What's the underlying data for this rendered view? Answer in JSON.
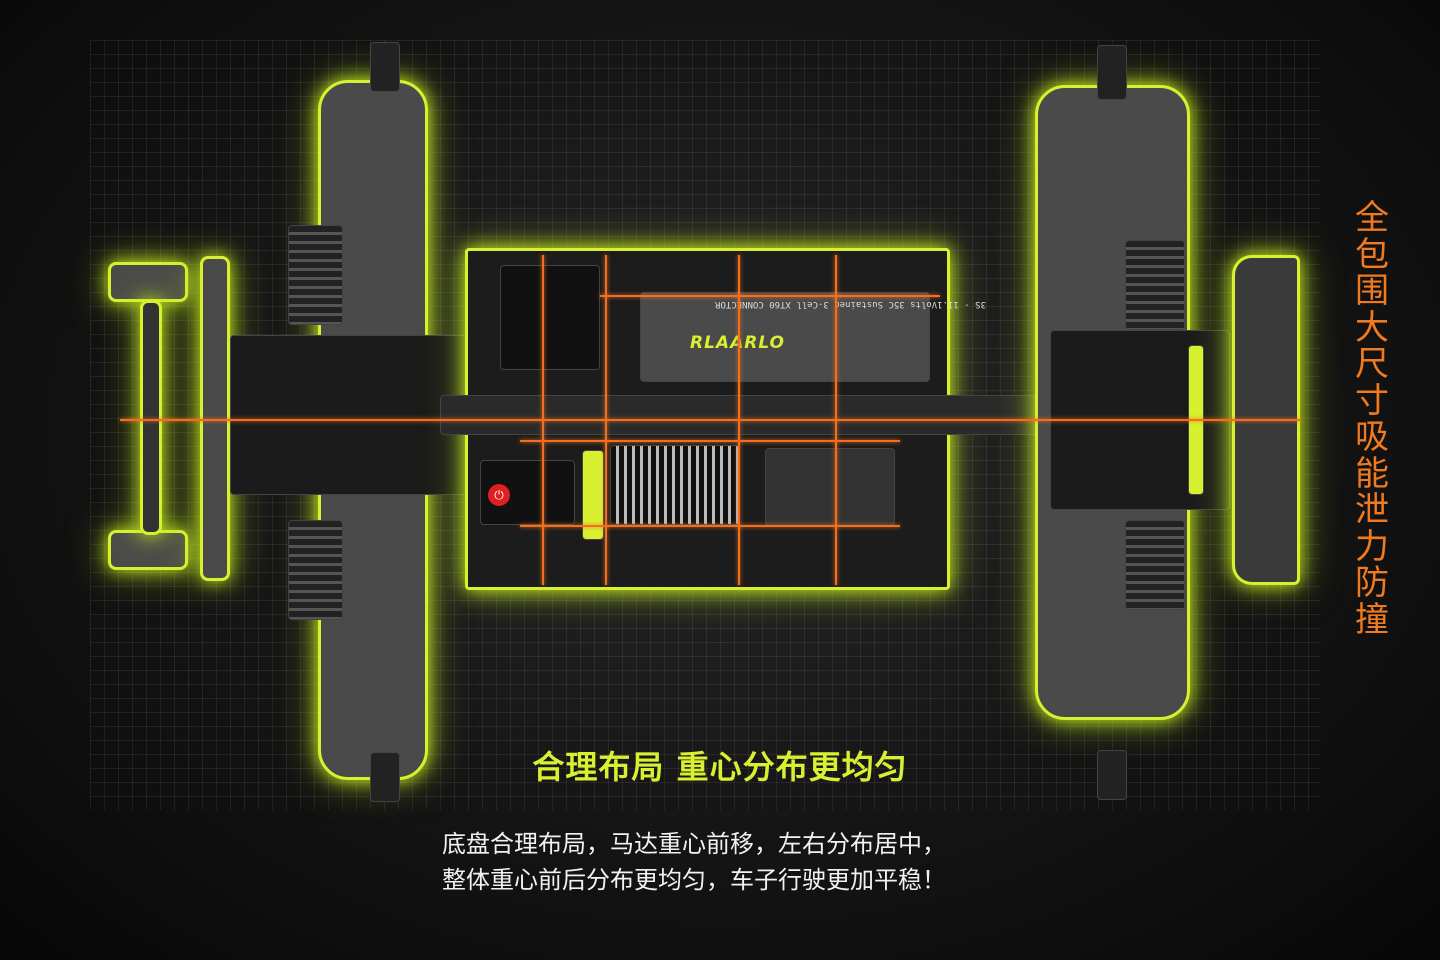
{
  "headline": "合理布局 重心分布更均匀",
  "description": [
    "底盘合理布局，马达重心前移，左右分布居中，",
    "整体重心前后分布更均匀，车子行驶更加平稳！"
  ],
  "side_caption": "全包围大尺寸吸能泄力防撞",
  "battery": {
    "brand": "RLAARLO",
    "spec": "3S · 11.1Volts 35C Sustained 3-Cell XT60 CONNECTOR"
  },
  "colors": {
    "accent": "#d8f030",
    "highlight": "#f07020"
  }
}
